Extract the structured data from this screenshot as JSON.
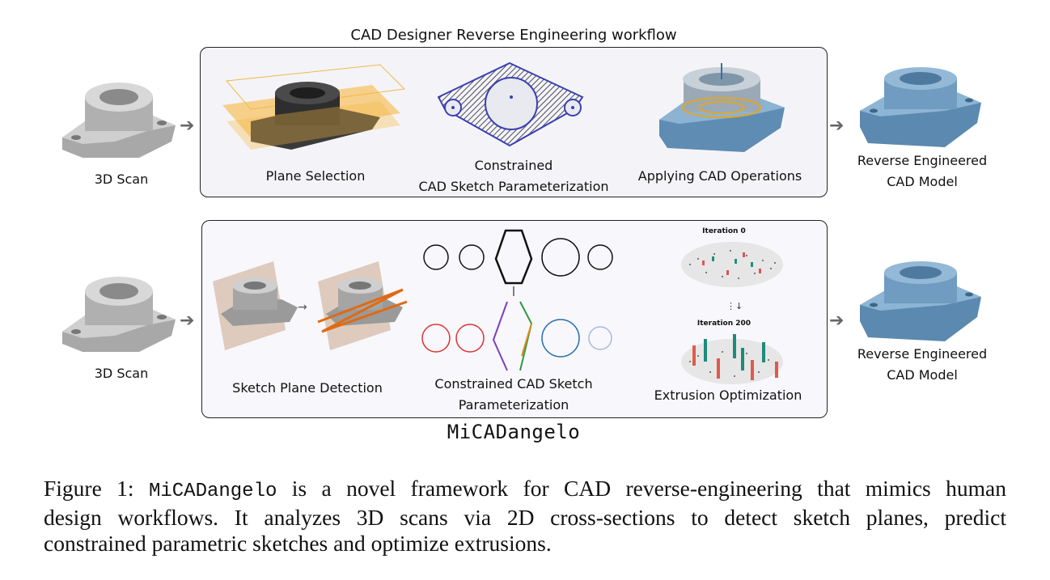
{
  "top_row": {
    "title": "CAD Designer Reverse Engineering workflow",
    "input_label": "3D Scan",
    "steps": [
      "Plane Selection",
      "Constrained",
      "CAD Sketch Parameterization",
      "Applying CAD Operations"
    ],
    "output_label_1": "Reverse Engineered",
    "output_label_2": "CAD Model"
  },
  "bottom_row": {
    "input_label": "3D Scan",
    "steps": [
      "Sketch Plane Detection",
      "Constrained CAD Sketch",
      "Parameterization",
      "Extrusion Optimization"
    ],
    "iteration_top": "Iteration 0",
    "iteration_bottom": "Iteration 200",
    "output_label_1": "Reverse Engineered",
    "output_label_2": "CAD Model",
    "method_name": "MiCADangelo"
  },
  "caption": {
    "prefix": "Figure 1: ",
    "name": "MiCADangelo",
    "line1_rest": " is a novel framework for CAD reverse-engineering that mimics human",
    "line2": "design workflows.  It analyzes 3D scans via 2D cross-sections to detect sketch planes, predict",
    "line3": "constrained parametric sketches and optimize extrusions."
  },
  "colors": {
    "cad_blue": "#6f9cc0",
    "scan_gray": "#b5b5b5",
    "plane_orange": "#f5b335",
    "sketch_purple": "#3a3fb5"
  }
}
